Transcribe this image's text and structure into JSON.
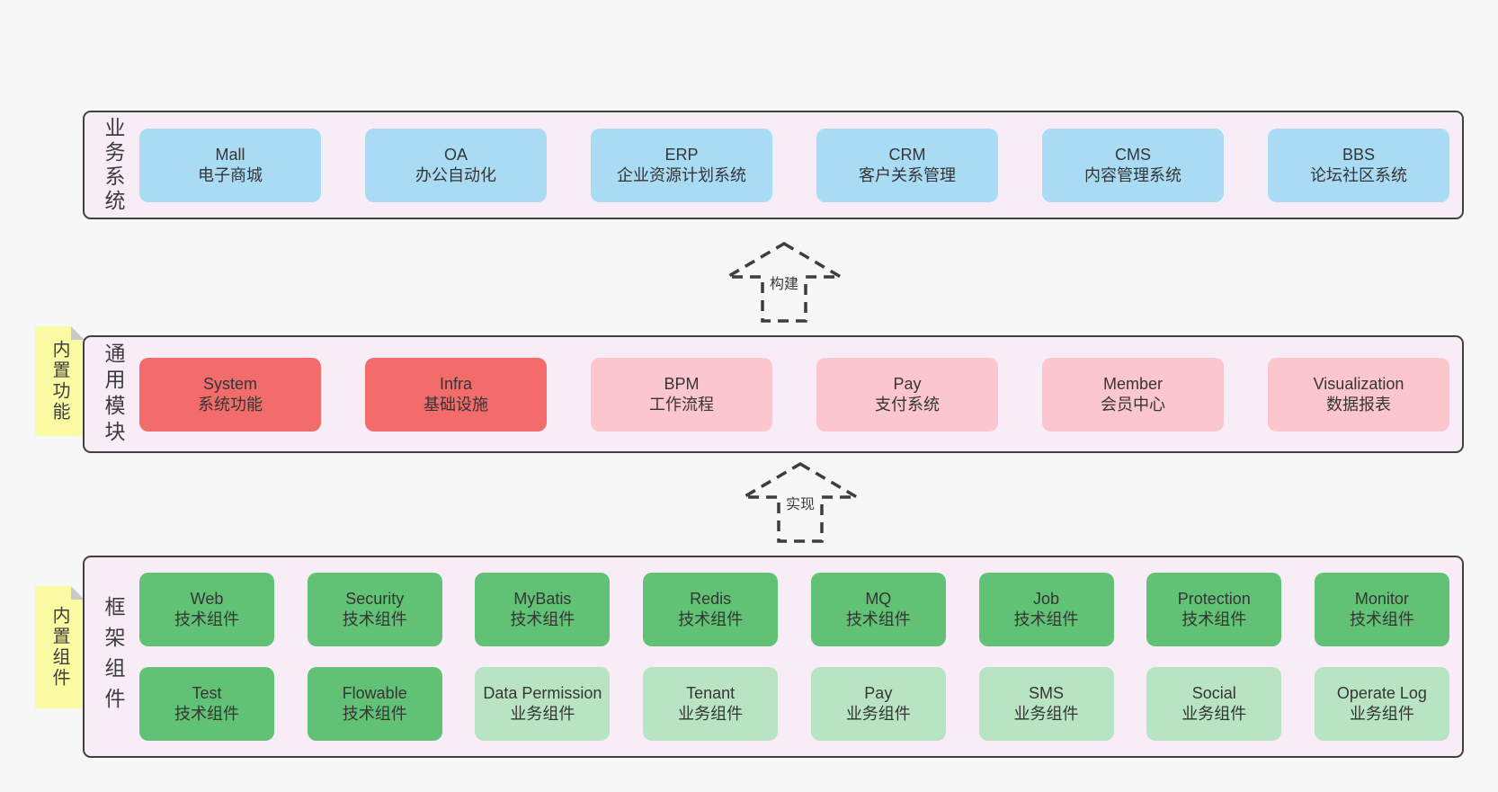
{
  "palette": {
    "page_bg": "#f7f7f7",
    "panel_bg": "#f8ecf6",
    "panel_border": "#404040",
    "box_blue": "#a9dbf4",
    "box_red": "#f26c6c",
    "box_pink": "#fbc6ce",
    "box_green_dark": "#61c175",
    "box_green_light": "#b9e4c3",
    "sticky_yellow": "#fbfba3",
    "sticky_fold_gray": "#c9c9c9",
    "text": "#353535"
  },
  "arrows": [
    {
      "label": "构建"
    },
    {
      "label": "实现"
    }
  ],
  "sections": [
    {
      "side_label": "业务系统",
      "rows": [
        [
          {
            "en": "Mall",
            "zh": "电子商城"
          },
          {
            "en": "OA",
            "zh": "办公自动化"
          },
          {
            "en": "ERP",
            "zh": "企业资源计划系统"
          },
          {
            "en": "CRM",
            "zh": "客户关系管理"
          },
          {
            "en": "CMS",
            "zh": "内容管理系统"
          },
          {
            "en": "BBS",
            "zh": "论坛社区系统"
          }
        ]
      ]
    },
    {
      "side_label": "通用模块",
      "sticky": "内置功能",
      "rows": [
        [
          {
            "en": "System",
            "zh": "系统功能"
          },
          {
            "en": "Infra",
            "zh": "基础设施"
          },
          {
            "en": "BPM",
            "zh": "工作流程"
          },
          {
            "en": "Pay",
            "zh": "支付系统"
          },
          {
            "en": "Member",
            "zh": "会员中心"
          },
          {
            "en": "Visualization",
            "zh": "数据报表"
          }
        ]
      ]
    },
    {
      "side_label": "框架组件",
      "sticky": "内置组件",
      "rows": [
        [
          {
            "en": "Web",
            "zh": "技术组件"
          },
          {
            "en": "Security",
            "zh": "技术组件"
          },
          {
            "en": "MyBatis",
            "zh": "技术组件"
          },
          {
            "en": "Redis",
            "zh": "技术组件"
          },
          {
            "en": "MQ",
            "zh": "技术组件"
          },
          {
            "en": "Job",
            "zh": "技术组件"
          },
          {
            "en": "Protection",
            "zh": "技术组件"
          },
          {
            "en": "Monitor",
            "zh": "技术组件"
          }
        ],
        [
          {
            "en": "Test",
            "zh": "技术组件"
          },
          {
            "en": "Flowable",
            "zh": "技术组件"
          },
          {
            "en": "Data Permission",
            "zh": "业务组件"
          },
          {
            "en": "Tenant",
            "zh": "业务组件"
          },
          {
            "en": "Pay",
            "zh": "业务组件"
          },
          {
            "en": "SMS",
            "zh": "业务组件"
          },
          {
            "en": "Social",
            "zh": "业务组件"
          },
          {
            "en": "Operate Log",
            "zh": "业务组件"
          }
        ]
      ]
    }
  ]
}
